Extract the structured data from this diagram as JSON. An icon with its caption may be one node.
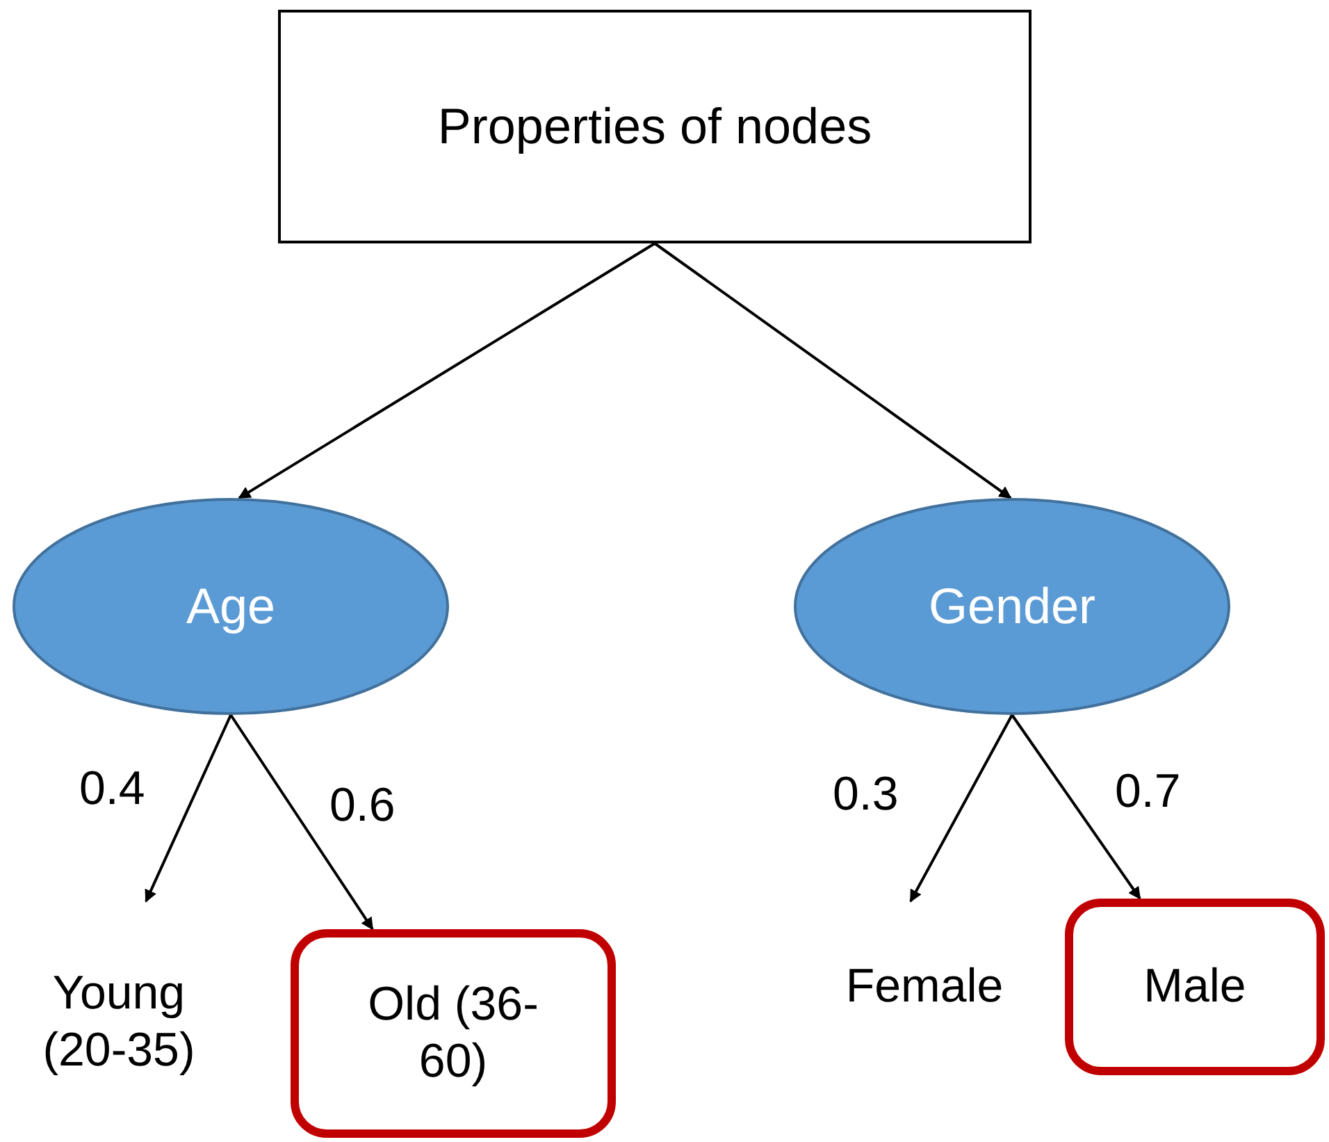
{
  "diagram": {
    "nodes": [
      {
        "text": [
          "Properties of nodes"
        ]
      },
      {
        "text": [
          "Age"
        ]
      },
      {
        "text": [
          "Gender"
        ]
      },
      {
        "text": [
          "Young (20-35)"
        ]
      },
      {
        "text": [
          "Old (36-60)"
        ]
      },
      {
        "text": [
          "Female"
        ]
      },
      {
        "text": [
          "Male"
        ]
      }
    ],
    "edges": [
      {
        "from": 0,
        "to": 1,
        "arrow": "to"
      },
      {
        "from": 0,
        "to": 2,
        "arrow": "to"
      },
      {
        "from": 1,
        "to": 3,
        "arrow": "to",
        "label": "0.4"
      },
      {
        "from": 1,
        "to": 4,
        "arrow": "to",
        "label": "0.6"
      },
      {
        "from": 2,
        "to": 5,
        "arrow": "to",
        "label": "0.3"
      },
      {
        "from": 2,
        "to": 6,
        "arrow": "to",
        "label": "0.7"
      }
    ]
  }
}
